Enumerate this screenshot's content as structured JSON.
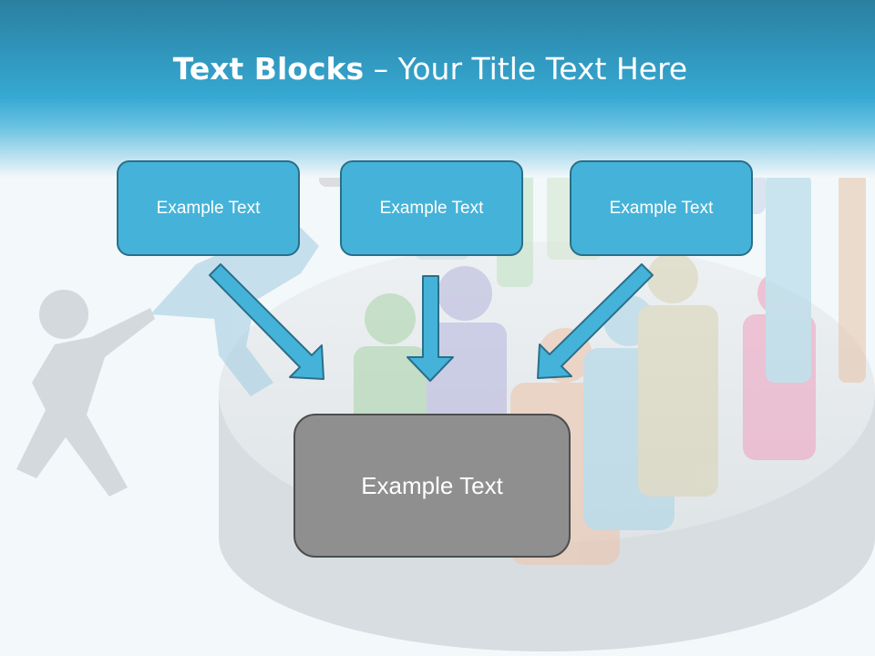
{
  "slide": {
    "title_bold": "Text Blocks",
    "title_dash": " – ",
    "title_rest": "Your Title Text Here"
  },
  "blocks": {
    "top": [
      {
        "text": "Example Text"
      },
      {
        "text": "Example Text"
      },
      {
        "text": "Example Text"
      }
    ],
    "bottom": {
      "text": "Example Text"
    }
  },
  "colors": {
    "header": "#2a8fb8",
    "box_fill": "#45b3d9",
    "box_border": "#2a6f8a",
    "center_fill": "#8f8f8f",
    "arrow": "#45b3d9"
  }
}
